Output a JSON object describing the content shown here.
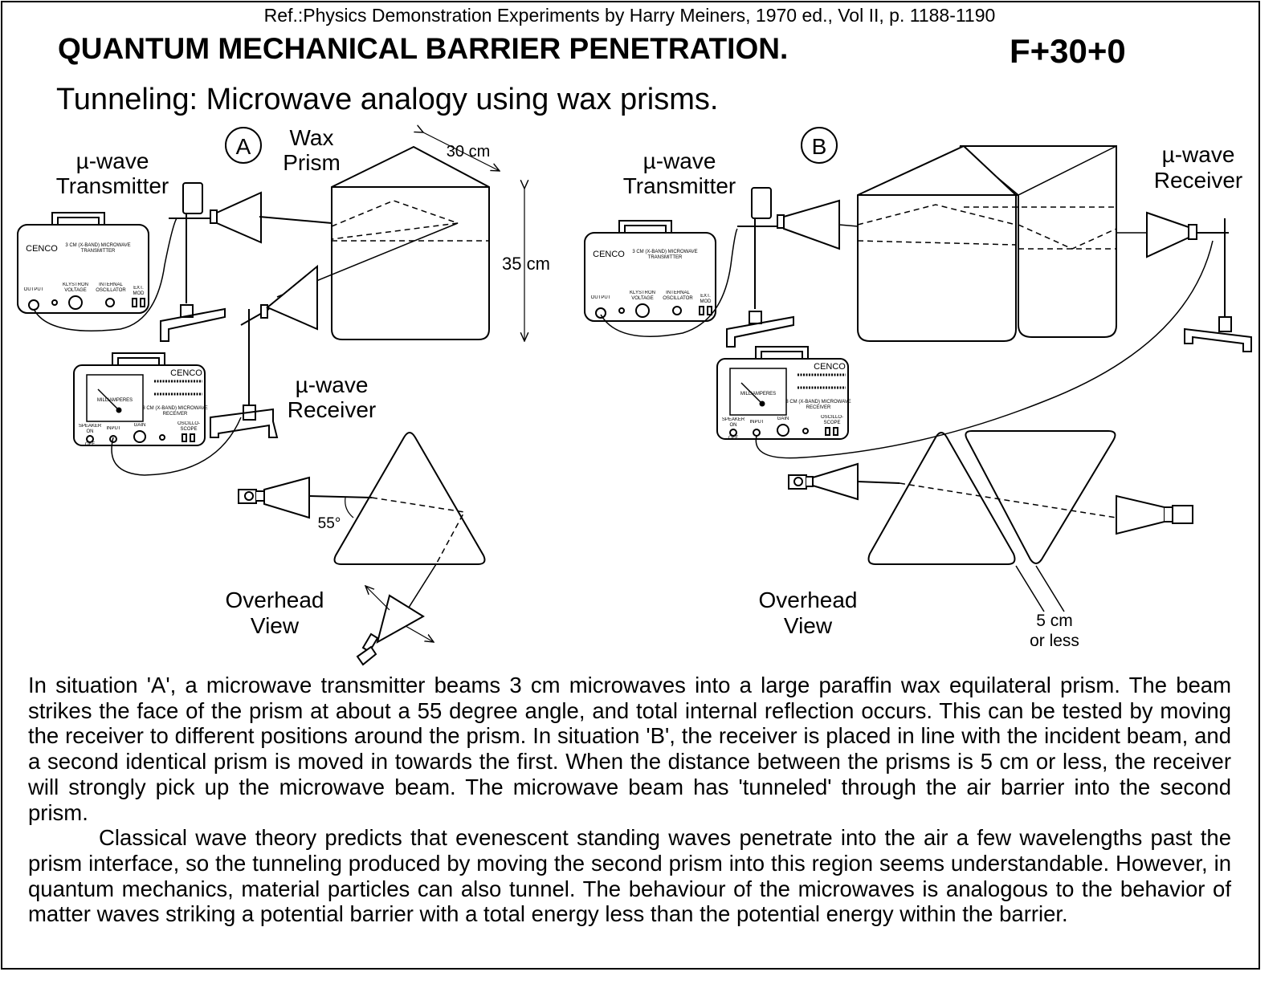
{
  "header": {
    "reference": "Ref.:Physics Demonstration Experiments by Harry Meiners, 1970 ed., Vol II,  p. 1188-1190",
    "title": "QUANTUM MECHANICAL BARRIER PENETRATION.",
    "code": "F+30+0",
    "subtitle": "Tunneling: Microwave analogy using wax prisms."
  },
  "diagram_a": {
    "marker": "A",
    "prism_label": [
      "Wax",
      "Prism"
    ],
    "transmitter_label": [
      "µ-wave",
      "Transmitter"
    ],
    "receiver_label": [
      "µ-wave",
      "Receiver"
    ],
    "width_dim": "30 cm",
    "height_dim": "35 cm",
    "angle": "55°",
    "overhead_label": [
      "Overhead",
      "View"
    ]
  },
  "diagram_b": {
    "marker": "B",
    "transmitter_label": [
      "µ-wave",
      "Transmitter"
    ],
    "receiver_label": [
      "µ-wave",
      "Receiver"
    ],
    "gap_label": [
      "5 cm",
      "or less"
    ],
    "overhead_label": [
      "Overhead",
      "View"
    ]
  },
  "equipment": {
    "brand": "CENCO",
    "transmitter_name": [
      "3 CM (X-BAND) MICROWAVE",
      "TRANSMITTER"
    ],
    "transmitter_controls": [
      "OUTPUT",
      "KLYSTRON VOLTAGE",
      "INTERNAL OSCILLATOR",
      "EXT. MOD"
    ],
    "receiver_name": [
      "3 CM (X-BAND) MICROWAVE",
      "RECEIVER"
    ],
    "meter_label": "MILLIAMPERES",
    "receiver_controls": [
      "SPEAKER ON",
      "INPUT",
      "GAIN",
      "OSCILLO-SCOPE"
    ],
    "off": "OFF"
  },
  "body": {
    "paragraph1": "In situation 'A', a microwave transmitter beams 3 cm microwaves into a large paraffin wax equilateral prism. The beam strikes the face of the prism at about a 55 degree angle, and total internal reflection occurs. This can be tested by moving the receiver to different positions around the prism. In situation 'B', the receiver is placed in line with the incident beam, and a second identical prism is moved in towards the first. When the distance between the prisms is 5 cm or less, the receiver will strongly pick up the microwave beam. The microwave beam has 'tunneled' through the air barrier into the second prism.",
    "paragraph2": "Classical wave theory predicts that evenescent standing waves penetrate into the air a few wavelengths past the prism interface, so the tunneling produced by moving the second prism into this region seems understandable. However, in quantum mechanics, material particles can also tunnel. The behaviour of the microwaves is analogous to the behavior of matter waves striking a potential barrier with a total energy less than the potential energy within the barrier."
  }
}
